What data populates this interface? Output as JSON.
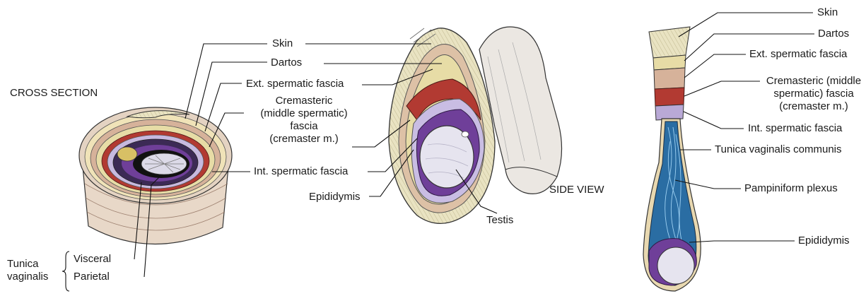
{
  "cross_section": {
    "title": "CROSS SECTION",
    "labels": {
      "skin": "Skin",
      "dartos": "Dartos",
      "ext_fascia": "Ext. spermatic fascia",
      "cremasteric": [
        "Cremasteric",
        "(middle spermatic)",
        "fascia",
        "(cremaster m.)"
      ],
      "int_fascia": "Int. spermatic fascia",
      "epididymis": "Epididymis",
      "testis": "Testis",
      "tunica_vaginalis": [
        "Tunica",
        "vaginalis"
      ],
      "visceral": "Visceral",
      "parietal": "Parietal"
    }
  },
  "side_view": {
    "title": "SIDE VIEW"
  },
  "right_view": {
    "labels": {
      "skin": "Skin",
      "dartos": "Dartos",
      "ext_fascia": "Ext. spermatic fascia",
      "cremasteric": [
        "Cremasteric (middle",
        "spermatic) fascia",
        "(cremaster m.)"
      ],
      "int_fascia": "Int. spermatic fascia",
      "tunica_communis": "Tunica vaginalis communis",
      "pampiniform": "Pampiniform plexus",
      "epididymis": "Epididymis"
    }
  },
  "colors": {
    "skin": "#efe9c8",
    "dartos": "#d9b79a",
    "ext_fascia": "#e7dca6",
    "cremaster": "#b23a32",
    "int_fascia": "#b9a9d6",
    "tunica": "#6f3f99",
    "testis": "#e6e4ef",
    "plexus": "#2a6da3"
  }
}
